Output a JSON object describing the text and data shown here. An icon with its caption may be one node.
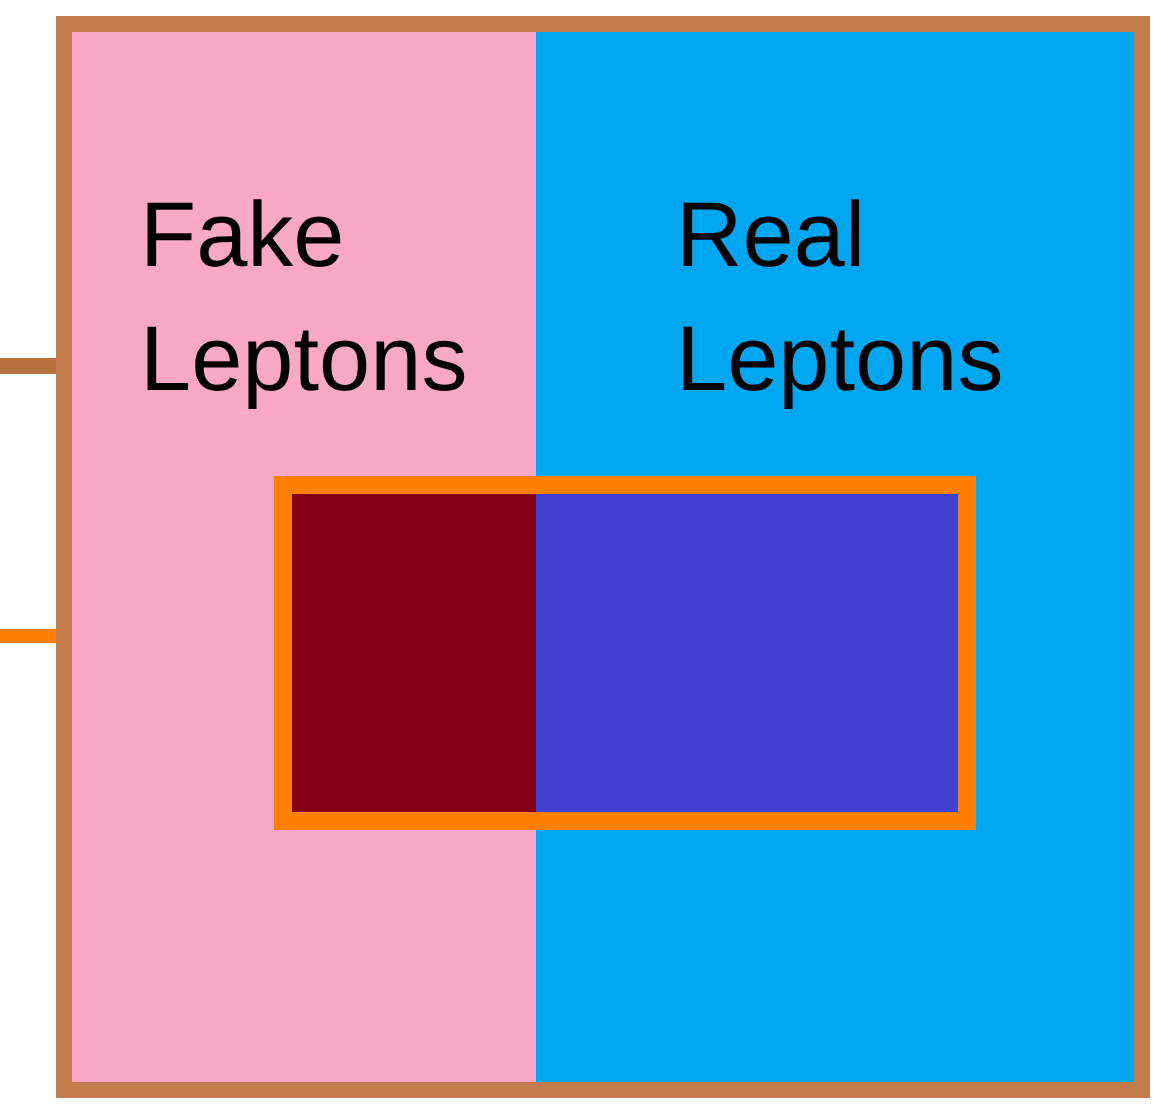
{
  "diagram": {
    "nodes": [
      {
        "text": [],
        "shape": "box"
      },
      {
        "text": [
          "Fake Leptons"
        ],
        "in": 0
      },
      {
        "text": [
          "Real Leptons"
        ],
        "in": 0
      },
      {
        "text": [],
        "shape": "box",
        "in": 0
      },
      {
        "text": [],
        "shape": "box",
        "in": 3
      },
      {
        "text": [],
        "shape": "box",
        "in": 3
      }
    ],
    "edges": [
      {
        "from": null,
        "to": 0,
        "arrow": "none",
        "color": "#b8703f"
      },
      {
        "from": null,
        "to": 3,
        "arrow": "none",
        "color": "#ff8000"
      }
    ]
  }
}
